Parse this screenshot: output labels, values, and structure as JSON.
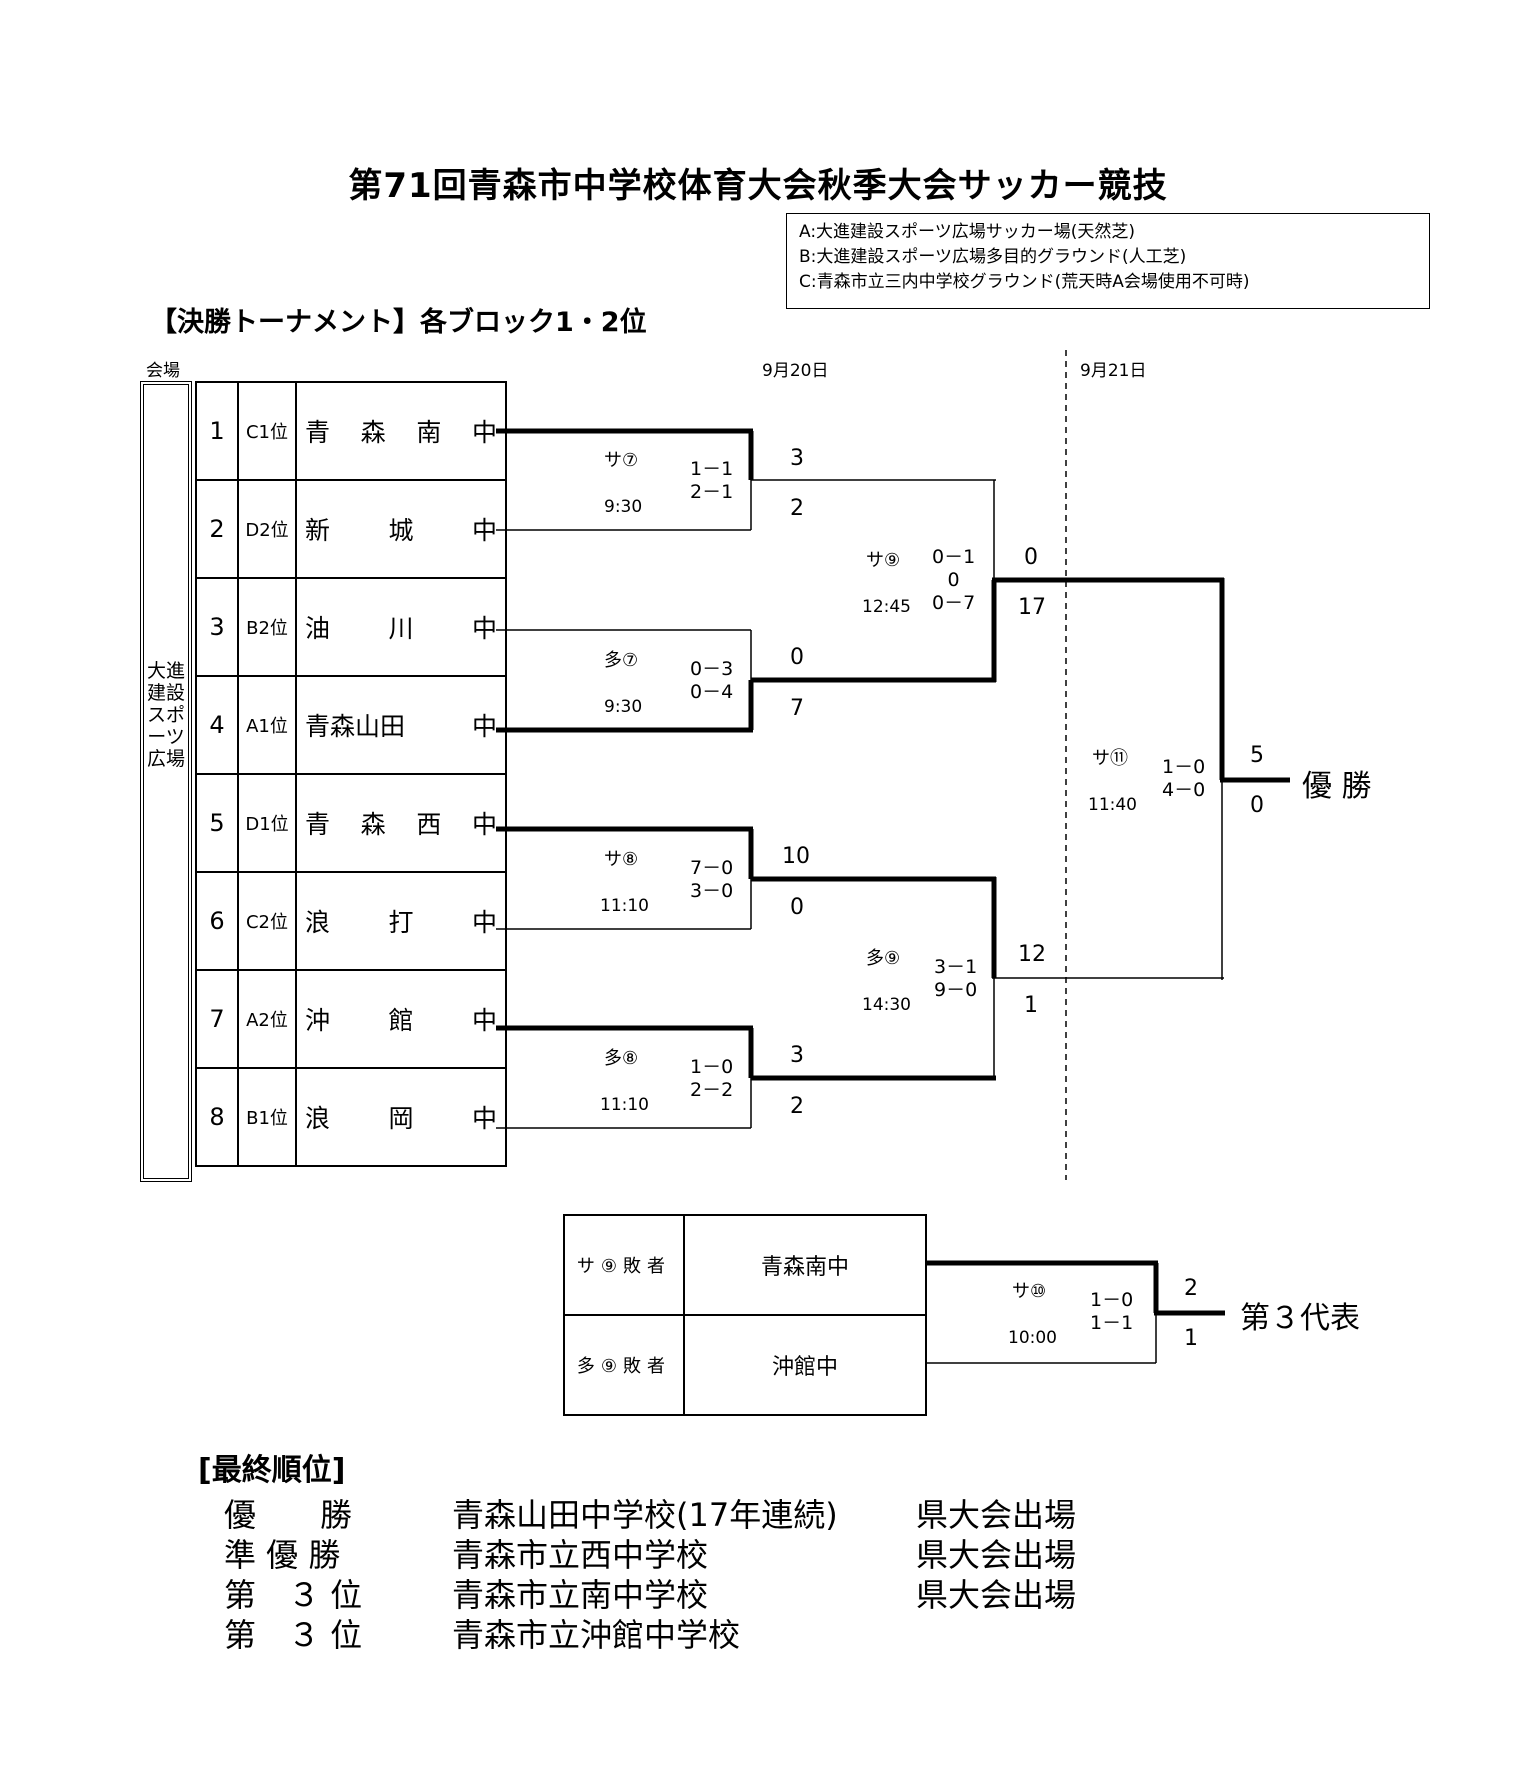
{
  "title": "第71回青森市中学校体育大会秋季大会サッカー競技",
  "venues": [
    "A:大進建設スポーツ広場サッカー場(天然芝)",
    "B:大進建設スポーツ広場多目的グラウンド(人工芝)",
    "C:青森市立三内中学校グラウンド(荒天時A会場使用不可時)"
  ],
  "subtitle": "【決勝トーナメント】各ブロック1・2位",
  "venue_header": "会場",
  "venue_name": "大進建設スポーツ広場",
  "dates": {
    "day1": "9月20日",
    "day2": "9月21日"
  },
  "teams": [
    {
      "num": "1",
      "pos": "C1位",
      "name": [
        "青",
        "森",
        "南",
        "中"
      ]
    },
    {
      "num": "2",
      "pos": "D2位",
      "name": [
        "新",
        "城",
        "中"
      ]
    },
    {
      "num": "3",
      "pos": "B2位",
      "name": [
        "油",
        "川",
        "中"
      ]
    },
    {
      "num": "4",
      "pos": "A1位",
      "name": [
        "青森山田",
        "中"
      ]
    },
    {
      "num": "5",
      "pos": "D1位",
      "name": [
        "青",
        "森",
        "西",
        "中"
      ]
    },
    {
      "num": "6",
      "pos": "C2位",
      "name": [
        "浪",
        "打",
        "中"
      ]
    },
    {
      "num": "7",
      "pos": "A2位",
      "name": [
        "沖",
        "館",
        "中"
      ]
    },
    {
      "num": "8",
      "pos": "B1位",
      "name": [
        "浪",
        "岡",
        "中"
      ]
    }
  ],
  "matches": {
    "m1": {
      "label": "サ⑦",
      "time": "9:30",
      "halves": [
        "1－1",
        "2－1"
      ],
      "top": "3",
      "bottom": "2"
    },
    "m2": {
      "label": "多⑦",
      "time": "9:30",
      "halves": [
        "0－3",
        "0－4"
      ],
      "top": "0",
      "bottom": "7"
    },
    "m3": {
      "label": "サ⑧",
      "time": "11:10",
      "halves": [
        "7－0",
        "3－0"
      ],
      "top": "10",
      "bottom": "0"
    },
    "m4": {
      "label": "多⑧",
      "time": "11:10",
      "halves": [
        "1－0",
        "2－2"
      ],
      "top": "3",
      "bottom": "2"
    },
    "s1": {
      "label": "サ⑨",
      "time": "12:45",
      "halves": [
        "0－1",
        "0",
        "0－7"
      ],
      "top": "0",
      "bottom": "17"
    },
    "s2": {
      "label": "多⑨",
      "time": "14:30",
      "halves": [
        "3－1",
        "9－0"
      ],
      "top": "12",
      "bottom": "1"
    },
    "f": {
      "label": "サ⑪",
      "time": "11:40",
      "halves": [
        "1－0",
        "4－0"
      ],
      "top": "5",
      "bottom": "0"
    },
    "t": {
      "label": "サ⑩",
      "time": "10:00",
      "halves": [
        "1－0",
        "1－1"
      ],
      "top": "2",
      "bottom": "1"
    }
  },
  "winner_label": "優 勝",
  "third_label": "第３代表",
  "third_table": [
    {
      "label": "サ⑨敗者",
      "team": "青森南中"
    },
    {
      "label": "多⑨敗者",
      "team": "沖館中"
    }
  ],
  "final_ranking": {
    "heading": "[最終順位]",
    "rows": [
      {
        "rank": "優　　勝",
        "school": "青森山田中学校(17年連続)",
        "note": "県大会出場"
      },
      {
        "rank": "準 優 勝",
        "school": "青森市立西中学校",
        "note": "県大会出場"
      },
      {
        "rank": "第　３ 位",
        "school": "青森市立南中学校",
        "note": "県大会出場"
      },
      {
        "rank": "第　３ 位",
        "school": "青森市立沖館中学校",
        "note": ""
      }
    ]
  }
}
